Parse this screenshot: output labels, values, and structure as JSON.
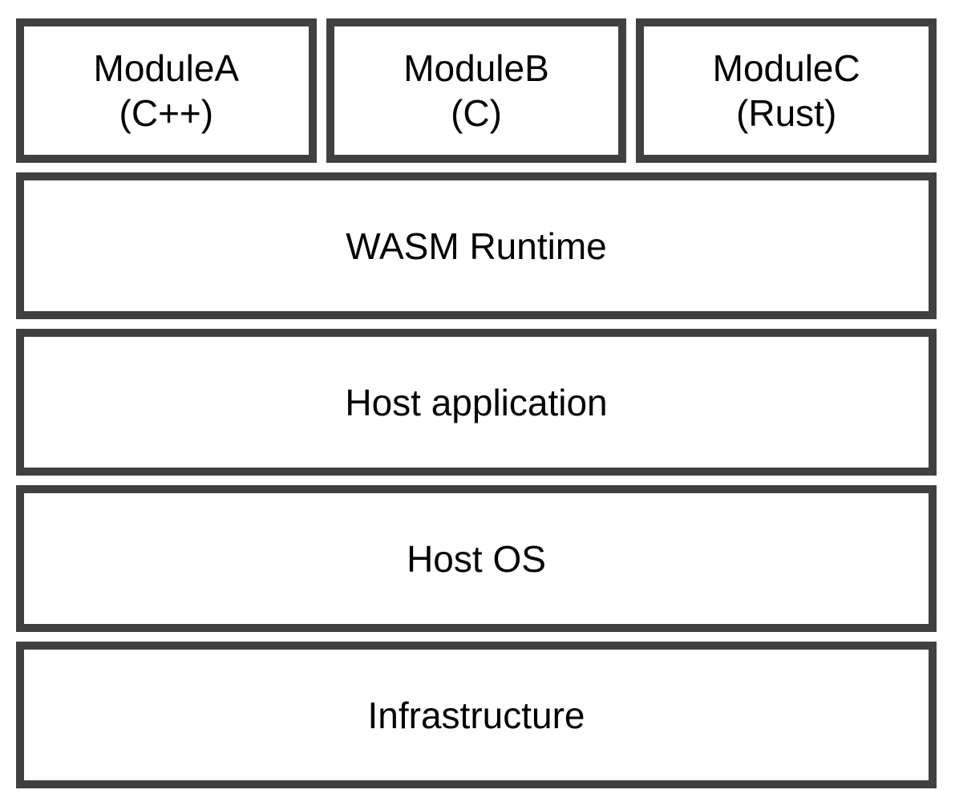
{
  "diagram": {
    "modules": [
      {
        "name": "ModuleA",
        "language": "(C++)"
      },
      {
        "name": "ModuleB",
        "language": "(C)"
      },
      {
        "name": "ModuleC",
        "language": "(Rust)"
      }
    ],
    "layers": [
      {
        "label": "WASM Runtime"
      },
      {
        "label": "Host application"
      },
      {
        "label": "Host OS"
      },
      {
        "label": "Infrastructure"
      }
    ],
    "colors": {
      "border": "#404040",
      "fill": "#ffffff",
      "text": "#000000"
    }
  }
}
